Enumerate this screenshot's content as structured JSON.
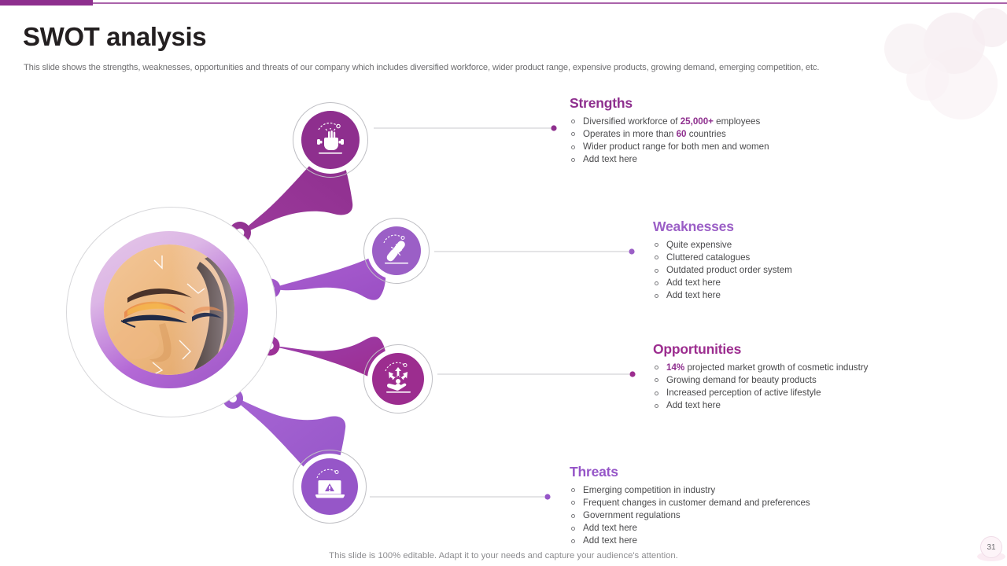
{
  "header": {
    "title": "SWOT analysis",
    "subtitle": "This slide shows the strengths, weaknesses, opportunities and threats of our company which includes diversified workforce, wider product range, expensive products, growing demand, emerging competition, etc."
  },
  "colors": {
    "accent_dark": "#8e2f8e",
    "accent_light": "#9b5fc6",
    "strengths": "#8e2f8e",
    "weaknesses": "#9b5fc6",
    "opportunities": "#9c2d8f",
    "threats": "#9656c8",
    "body_text": "#4a4a4c",
    "muted_text": "#8c8c8f"
  },
  "center": {
    "image_alt": "close-up portrait of a woman with orange eyeshadow makeup"
  },
  "quadrants": [
    {
      "key": "strengths",
      "heading": "Strengths",
      "icon": "fist-dumbbell-icon",
      "items": [
        {
          "text": "Diversified workforce of 25,000+ employees",
          "highlight": "25,000+"
        },
        {
          "text": "Operates in more than 60 countries",
          "highlight": "60"
        },
        {
          "text": "Wider product range for both men and women",
          "highlight": ""
        },
        {
          "text": "Add text here",
          "highlight": ""
        }
      ]
    },
    {
      "key": "weaknesses",
      "heading": "Weaknesses",
      "icon": "broken-chain-icon",
      "items": [
        {
          "text": "Quite expensive",
          "highlight": ""
        },
        {
          "text": "Cluttered catalogues",
          "highlight": ""
        },
        {
          "text": "Outdated product order system",
          "highlight": ""
        },
        {
          "text": "Add text here",
          "highlight": ""
        },
        {
          "text": "Add text here",
          "highlight": ""
        }
      ]
    },
    {
      "key": "opportunities",
      "heading": "Opportunities",
      "icon": "hand-person-arrows-icon",
      "items": [
        {
          "text": "14% projected market growth of cosmetic industry",
          "highlight": "14%"
        },
        {
          "text": "Growing demand for beauty products",
          "highlight": ""
        },
        {
          "text": "Increased perception of active lifestyle",
          "highlight": ""
        },
        {
          "text": "Add text here",
          "highlight": ""
        }
      ]
    },
    {
      "key": "threats",
      "heading": "Threats",
      "icon": "laptop-warning-hook-icon",
      "items": [
        {
          "text": "Emerging competition in industry",
          "highlight": ""
        },
        {
          "text": "Frequent changes in customer demand and preferences",
          "highlight": ""
        },
        {
          "text": "Government regulations",
          "highlight": ""
        },
        {
          "text": "Add text here",
          "highlight": ""
        },
        {
          "text": "Add text here",
          "highlight": ""
        }
      ]
    }
  ],
  "footer": {
    "note": "This slide is 100% editable. Adapt it to your needs and capture your audience's attention.",
    "page_number": "31"
  }
}
